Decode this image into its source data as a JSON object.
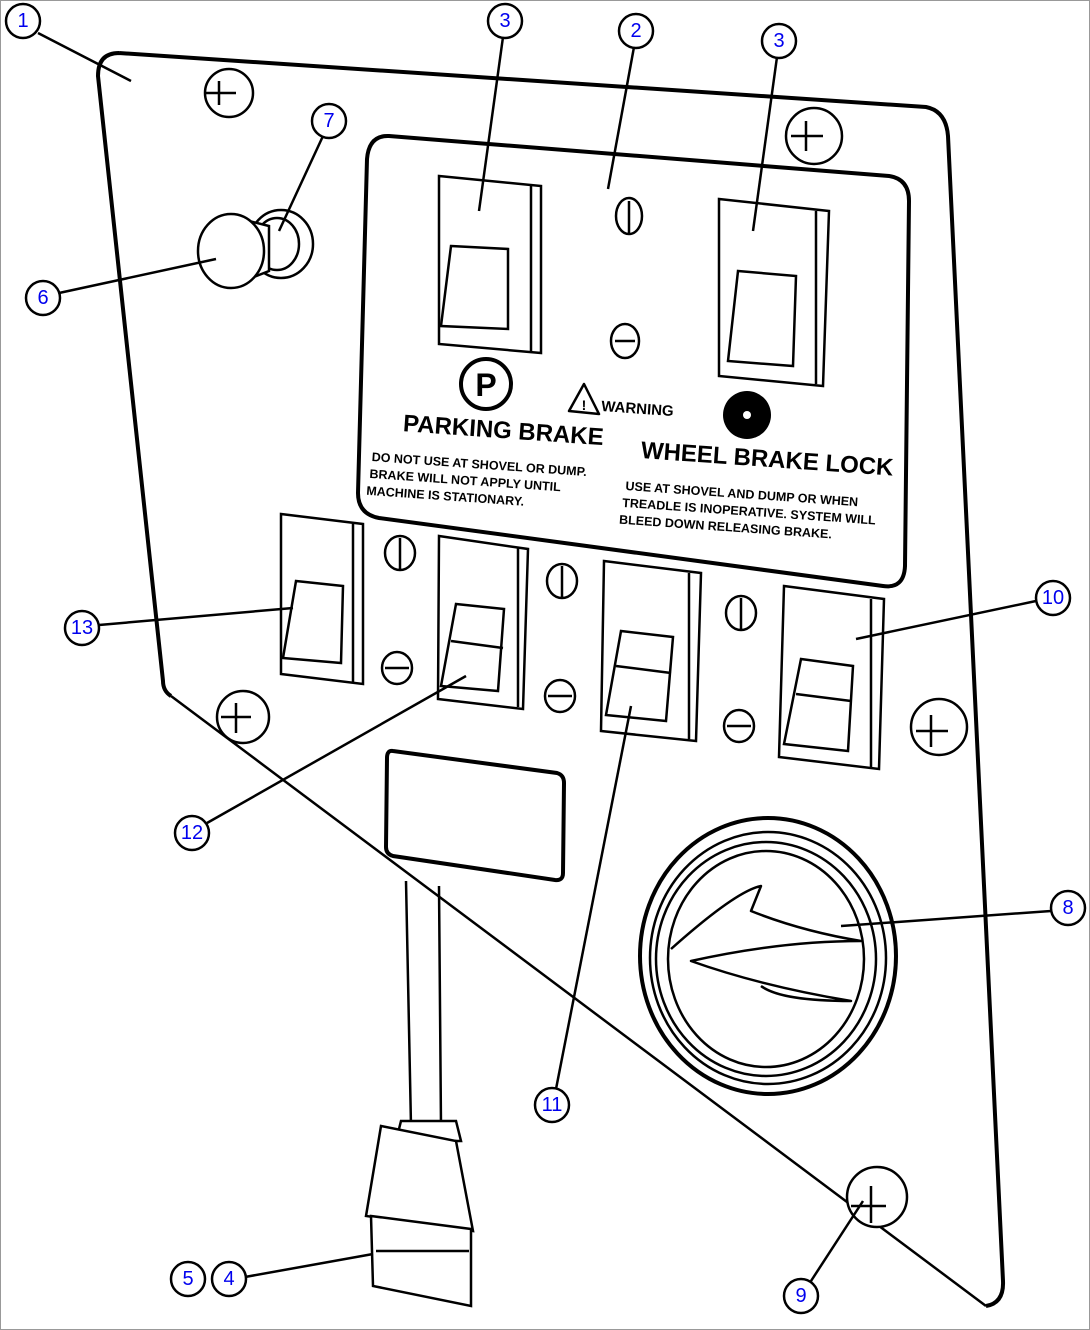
{
  "label_plate": {
    "parking_brake_title": "PARKING BRAKE",
    "parking_brake_symbol": "P",
    "parking_brake_note": [
      "DO NOT USE AT SHOVEL OR DUMP.",
      "BRAKE WILL NOT APPLY UNTIL",
      "MACHINE IS STATIONARY."
    ],
    "warning": "WARNING",
    "warning_symbol": "!",
    "wheel_brake_lock_title": "WHEEL BRAKE LOCK",
    "wheel_brake_lock_note": [
      "USE AT SHOVEL AND DUMP OR WHEN",
      "TREADLE IS INOPERATIVE. SYSTEM WILL",
      "BLEED DOWN RELEASING BRAKE."
    ]
  },
  "callouts": [
    "1",
    "3",
    "2",
    "3",
    "7",
    "6",
    "13",
    "10",
    "12",
    "11",
    "8",
    "5",
    "4",
    "9"
  ],
  "colors": {
    "callout_number": "#0000ee",
    "line": "#000000"
  }
}
